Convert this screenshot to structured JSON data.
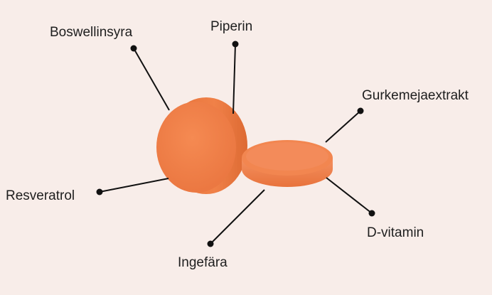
{
  "colors": {
    "background": "#f8ede9",
    "tablet": "#f08148",
    "tablet_dark": "#e0703a",
    "line": "#111111"
  },
  "labels": {
    "boswellinsyra": "Boswellinsyra",
    "piperin": "Piperin",
    "gurkmejaextrakt": "Gurkemejaextrakt",
    "resveratrol": "Resveratrol",
    "d_vitamin": "D-vitamin",
    "ingefara": "Ingefära"
  }
}
